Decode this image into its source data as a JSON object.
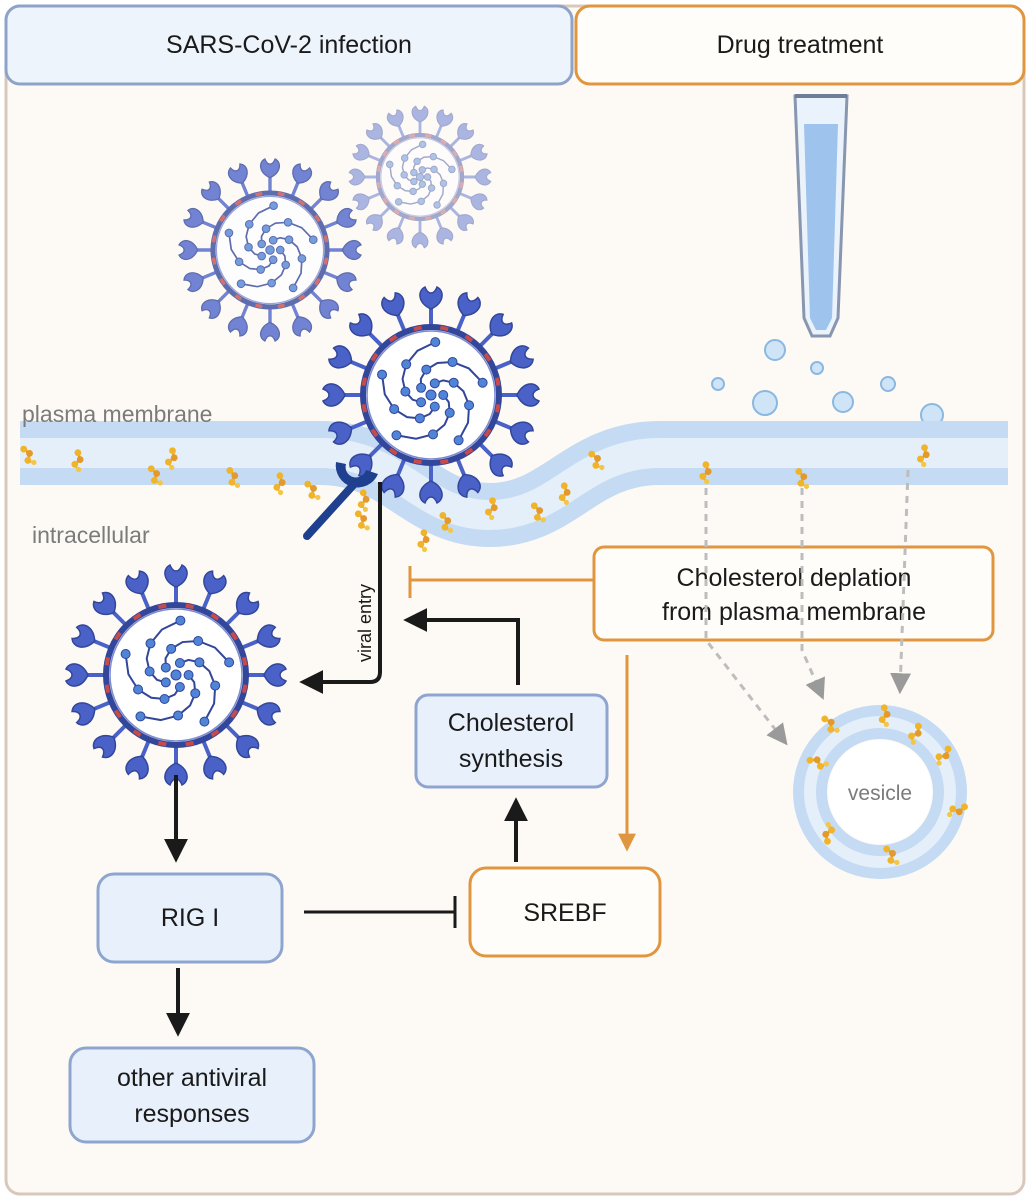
{
  "headers": {
    "left": "SARS-CoV-2 infection",
    "right": "Drug treatment"
  },
  "labels": {
    "plasma_membrane": "plasma membrane",
    "intracellular": "intracellular",
    "viral_entry": "viral entry",
    "vesicle": "vesicle"
  },
  "boxes": {
    "cholesterol_depletion": [
      "Cholesterol deplation",
      "from plasma membrane"
    ],
    "cholesterol_synthesis": [
      "Cholesterol",
      "synthesis"
    ],
    "srebf": "SREBF",
    "rig": "RIG I",
    "antiviral": [
      "other antiviral",
      "responses"
    ]
  },
  "colors": {
    "frame": "#d8c8bc",
    "background": "#fdfaf6",
    "left_header_fill": "#eef4fb",
    "left_header_stroke": "#8da3c8",
    "orange": "#e0963f",
    "blue_box_fill": "#e8f1fb",
    "blue_box_stroke": "#8ea6cf",
    "membrane_outer": "#c4dbf3",
    "membrane_inner": "#e4effa",
    "virus_dark": "#32469a",
    "virus_spike": "#4a62c8",
    "virus_red": "#c84b4b",
    "cholesterol": "#f0b429",
    "label_gray": "#7b7b7b",
    "arrow": "#1a1a1a"
  }
}
